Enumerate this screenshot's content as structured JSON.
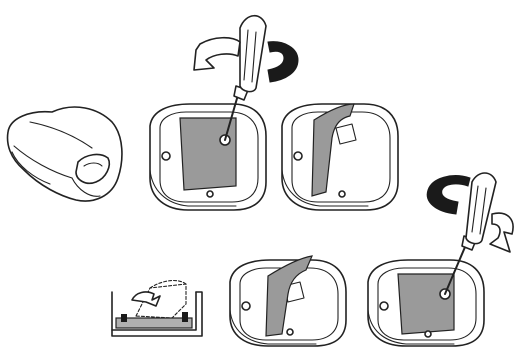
{
  "illustration": {
    "steps": [
      {
        "id": "case-removed",
        "description_icon": "protective-case-icon"
      },
      {
        "id": "unscrew-cover",
        "description_icon": "screwdriver-icon"
      },
      {
        "id": "lift-cover",
        "description_icon": "battery-cover-open-icon"
      },
      {
        "id": "insert-battery",
        "description_icon": "coin-battery-icon"
      },
      {
        "id": "close-cover",
        "description_icon": "battery-cover-closing-icon"
      },
      {
        "id": "tighten-screw",
        "description_icon": "screwdriver-icon"
      }
    ],
    "colors": {
      "line": "#222222",
      "cover_fill": "#9a9a9a",
      "arrow_fill": "#1a1a1a",
      "background": "#ffffff"
    }
  }
}
